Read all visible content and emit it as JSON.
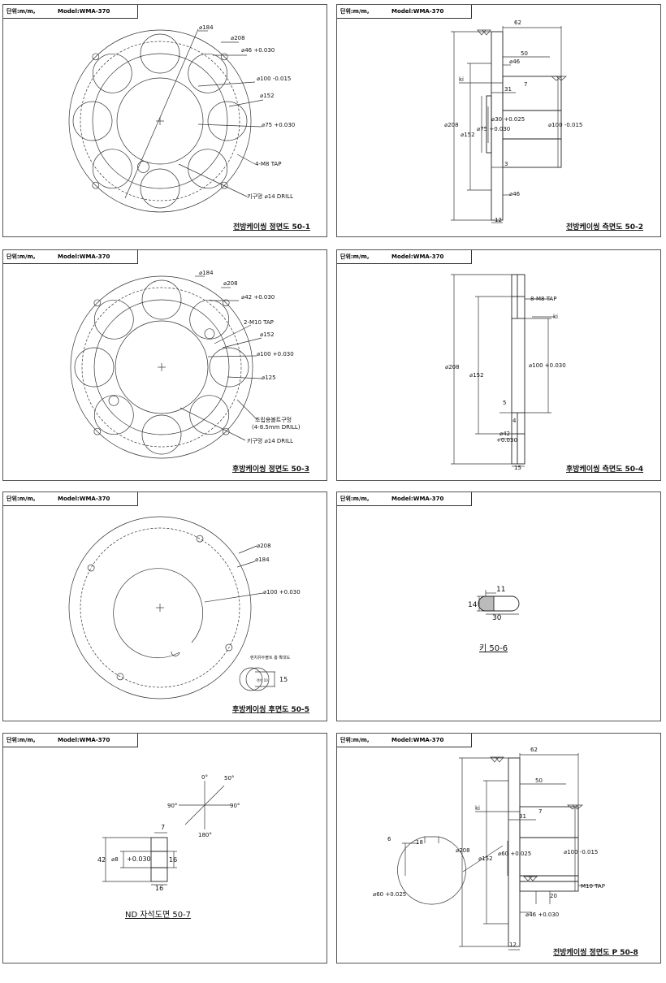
{
  "header": {
    "unit": "단위:m/m,",
    "model": "Model:WMA-370"
  },
  "p1": {
    "title": "전방케이씽 정면도 50-1",
    "labels": [
      "⌀184",
      "⌀208",
      "⌀46 +0.030",
      "⌀100 -0.015",
      "⌀152",
      "⌀75 +0.030",
      "4-M8 TAP",
      "키구멍 ⌀14 DRILL"
    ]
  },
  "p2": {
    "title": "전방케이씽 측면도 50-2",
    "labels": [
      "62",
      "50",
      "⌀46",
      "ki",
      "31",
      "7",
      "⌀30 +0.025",
      "⌀75 +0.030",
      "⌀208",
      "⌀152",
      "⌀100 -0.015",
      "3",
      "⌀46",
      "12"
    ]
  },
  "p3": {
    "title": "후방케이씽 정면도 50-3",
    "labels": [
      "⌀184",
      "⌀208",
      "⌀42 +0.030",
      "2-M10 TAP",
      "⌀152",
      "⌀100 +0.030",
      "⌀125",
      "조립용볼트구멍",
      "(4-8.5mm DRILL)",
      "키구멍 ⌀14 DRILL"
    ]
  },
  "p4": {
    "title": "후방케이씽 측면도 50-4",
    "labels": [
      "8-M8 TAP",
      "ki",
      "⌀208",
      "⌀152",
      "⌀100 +0.030",
      "5",
      "4",
      "⌀42",
      "+0.030",
      "15"
    ]
  },
  "p5": {
    "title": "후방케이씽 후면도 50-5",
    "labels": [
      "⌀208",
      "⌀184",
      "⌀100 +0.030",
      "렌치유두볼트 홈 확대도",
      "렌치 10",
      "15"
    ]
  },
  "p6": {
    "title": "키 50-6",
    "labels": [
      "11",
      "14",
      "30"
    ]
  },
  "p7": {
    "title": "ND 자석도면 50-7",
    "labels": [
      "0°",
      "50°",
      "90°",
      "90°",
      "180°",
      "7",
      "42",
      "⌀8",
      "+0.030",
      "16",
      "16"
    ]
  },
  "p8": {
    "title": "전방케이씽 정면도 P 50-8",
    "labels": [
      "62",
      "50",
      "ki",
      "7",
      "31",
      "6",
      "18",
      "⌀208",
      "⌀152",
      "⌀60 +0.025",
      "⌀100 -0.015",
      "M10 TAP",
      "20",
      "⌀60 +0.025",
      "⌀46 +0.030",
      "12"
    ]
  }
}
